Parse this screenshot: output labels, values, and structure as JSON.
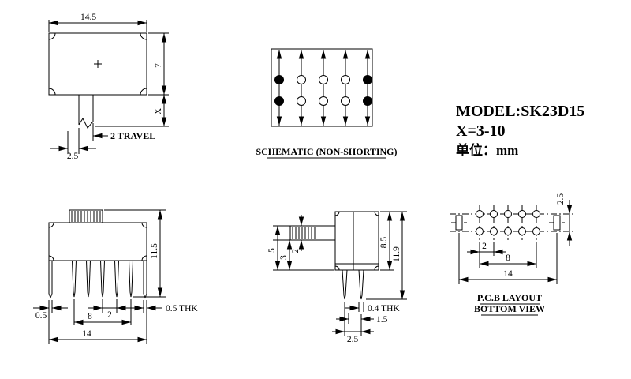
{
  "colors": {
    "line": "#000000",
    "background": "#ffffff"
  },
  "title_block": {
    "model": "MODEL:SK23D15",
    "x_range": "X=3-10",
    "unit": "单位：mm"
  },
  "top_view": {
    "dim_width": "14.5",
    "dim_height": "7",
    "dim_shaft": "X",
    "dim_travel": "2 TRAVEL",
    "dim_offset": "2.5"
  },
  "schematic": {
    "caption": "SCHEMATIC (NON-SHORTING)"
  },
  "front_view": {
    "dim_total_height": "11.5",
    "dim_leg": "0.5",
    "dim_pin_pitch": "2",
    "dim_pin_span": "8",
    "dim_width": "14",
    "dim_leg_thk": "0.5 THK"
  },
  "side_view": {
    "dim_knob_a": "5",
    "dim_knob_b": "3",
    "dim_knob_c": "2",
    "dim_body_height": "8.5",
    "dim_total_height": "11.9",
    "dim_pin_thk": "0.4 THK",
    "dim_pin_gap": "1.5",
    "dim_pin_pitch": "2.5"
  },
  "pcb_view": {
    "dim_row_pitch": "2.5",
    "dim_hole_pitch": "2",
    "dim_hole_span": "8",
    "dim_slot_span": "14",
    "caption_line1": "P.C.B LAYOUT",
    "caption_line2": "BOTTOM VIEW"
  }
}
